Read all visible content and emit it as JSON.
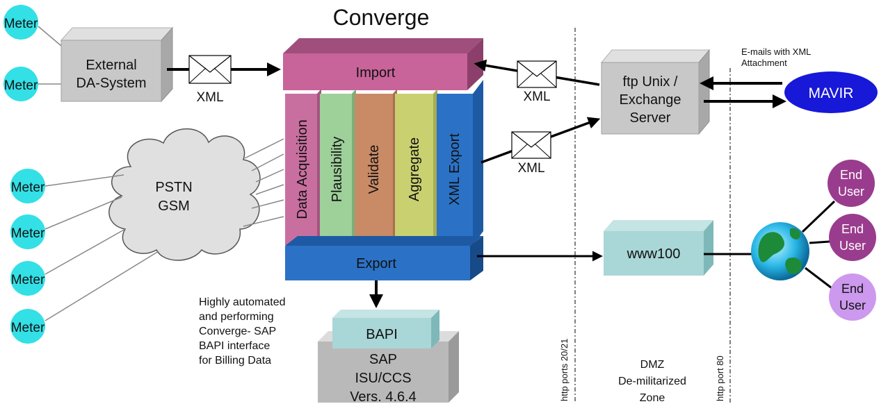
{
  "title": "Converge",
  "meters": [
    "Meter",
    "Meter",
    "Meter",
    "Meter",
    "Meter",
    "Meter"
  ],
  "external_system": [
    "External",
    "DA-System"
  ],
  "xml_label": "XML",
  "cloud": [
    "PSTN",
    "GSM"
  ],
  "import": "Import",
  "export": "Export",
  "modules": [
    "Data Acquisition",
    "Plausibility",
    "Validate",
    "Aggregate",
    "XML Export"
  ],
  "ftp_server": [
    "ftp Unix /",
    "Exchange",
    "Server"
  ],
  "emails_note": [
    "E-mails with XML",
    "Attachment"
  ],
  "mavir": "MAVIR",
  "www": "www100",
  "end_users": [
    [
      "End",
      "User"
    ],
    [
      "End",
      "User"
    ],
    [
      "End",
      "User"
    ]
  ],
  "sap_note": [
    "Highly automated",
    "and performing",
    "Converge- SAP",
    "BAPI interface",
    "for Billing Data"
  ],
  "bapi": "BAPI",
  "sap": [
    "SAP",
    "ISU/CCS",
    "Vers. 4.6.4"
  ],
  "port_20_21": "http ports 20/21",
  "port_80": "http port 80",
  "dmz": [
    "DMZ",
    "De-militarized",
    "Zone"
  ],
  "colors": {
    "meter": "#33e0e6",
    "import": "#c8649a",
    "export": "#2b72c6",
    "data_acq": "#c96fa0",
    "plausibility": "#9ed09a",
    "validate": "#c98a66",
    "aggregate": "#c9d070",
    "xml_export": "#2b72c6",
    "server_gray": "#c8c8c8",
    "www_box": "#a9d6d6",
    "mavir": "#1818d8",
    "end_user_dark": "#9a3c8e",
    "end_user_light": "#cc99ee"
  }
}
